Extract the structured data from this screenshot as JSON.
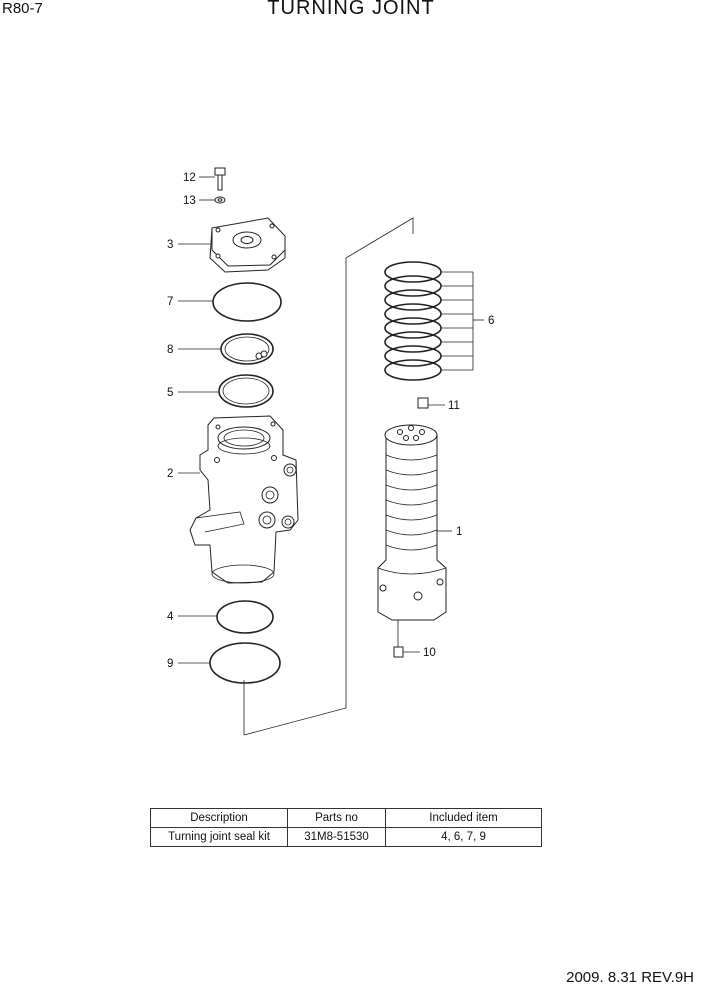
{
  "header": {
    "model": "R80-7",
    "title": "TURNING JOINT"
  },
  "callouts": {
    "c1": "1",
    "c2": "2",
    "c3": "3",
    "c4": "4",
    "c5": "5",
    "c6": "6",
    "c7": "7",
    "c8": "8",
    "c9": "9",
    "c10": "10",
    "c11": "11",
    "c12": "12",
    "c13": "13"
  },
  "table": {
    "headers": [
      "Description",
      "Parts no",
      "Included item"
    ],
    "rows": [
      [
        "Turning joint seal kit",
        "31M8-51530",
        "4, 6, 7, 9"
      ]
    ]
  },
  "footer": {
    "revision": "2009. 8.31 REV.9H"
  }
}
